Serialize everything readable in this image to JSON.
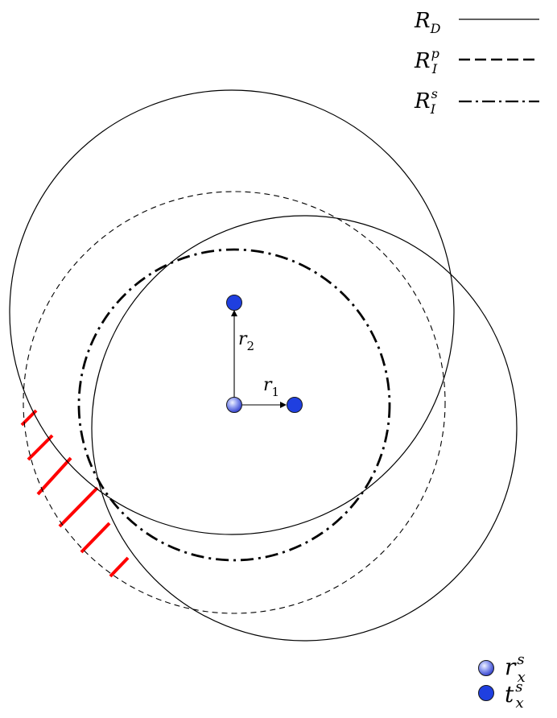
{
  "legend": {
    "region_d": {
      "base": "R",
      "sub": "D"
    },
    "region_ip": {
      "base": "R",
      "sub": "I",
      "sup": "p"
    },
    "region_is": {
      "base": "R",
      "sub": "I",
      "sup": "s"
    }
  },
  "vectors": {
    "r1": {
      "base": "r",
      "sub": "1"
    },
    "r2": {
      "base": "r",
      "sub": "2"
    }
  },
  "node_legend": {
    "receiver": {
      "base": "r",
      "sub": "x",
      "sup": "s"
    },
    "transmitter": {
      "base": "t",
      "sub": "x",
      "sup": "s"
    }
  },
  "colors": {
    "line": "#000000",
    "hatch": "#ff0000",
    "transmitter_node": "#1f3fe0",
    "receiver_node_light": "#eef2ff",
    "receiver_node_dark": "#2a38c8"
  }
}
